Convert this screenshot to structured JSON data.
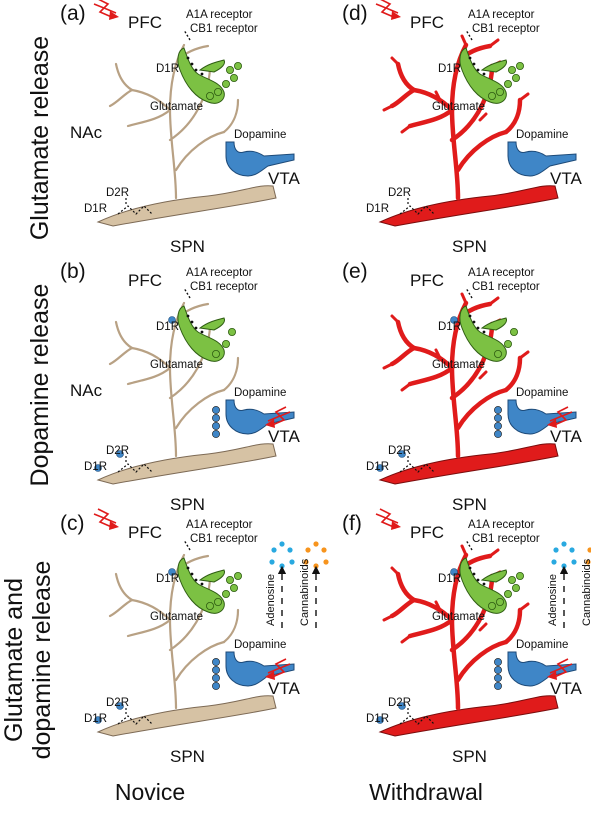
{
  "row_labels": {
    "glutamate": "Glutamate release",
    "dopamine": "Dopamine release",
    "both_line1": "Glutamate and",
    "both_line2": "dopamine release"
  },
  "column_labels": {
    "novice": "Novice",
    "withdrawal": "Withdrawal"
  },
  "panels": {
    "a": {
      "letter": "(a)",
      "pfc": "PFC",
      "a1a": "A1A receptor",
      "cb1": "CB1 receptor",
      "d1r_top": "D1R",
      "glutamate": "Glutamate",
      "dopamine": "Dopamine",
      "vta": "VTA",
      "nac": "NAc",
      "d2r": "D2R",
      "d1r_bottom": "D1R",
      "spn": "SPN"
    },
    "b": {
      "letter": "(b)",
      "pfc": "PFC",
      "a1a": "A1A receptor",
      "cb1": "CB1 receptor",
      "d1r_top": "D1R",
      "glutamate": "Glutamate",
      "dopamine": "Dopamine",
      "vta": "VTA",
      "nac": "NAc",
      "d2r": "D2R",
      "d1r_bottom": "D1R",
      "spn": "SPN"
    },
    "c": {
      "letter": "(c)",
      "pfc": "PFC",
      "a1a": "A1A receptor",
      "cb1": "CB1 receptor",
      "d1r_top": "D1R",
      "glutamate": "Glutamate",
      "dopamine": "Dopamine",
      "vta": "VTA",
      "d2r": "D2R",
      "d1r_bottom": "D1R",
      "spn": "SPN",
      "adenosine": "Adenosine",
      "cannabinoids": "Cannabinoids"
    },
    "d": {
      "letter": "(d)",
      "pfc": "PFC",
      "a1a": "A1A receptor",
      "cb1": "CB1 receptor",
      "d1r_top": "D1R",
      "glutamate": "Glutamate",
      "dopamine": "Dopamine",
      "vta": "VTA",
      "d2r": "D2R",
      "d1r_bottom": "D1R",
      "spn": "SPN"
    },
    "e": {
      "letter": "(e)",
      "pfc": "PFC",
      "a1a": "A1A receptor",
      "cb1": "CB1 receptor",
      "d1r_top": "D1R",
      "glutamate": "Glutamate",
      "dopamine": "Dopamine",
      "vta": "VTA",
      "d2r": "D2R",
      "d1r_bottom": "D1R",
      "spn": "SPN"
    },
    "f": {
      "letter": "(f)",
      "pfc": "PFC",
      "a1a": "A1A receptor",
      "cb1": "CB1 receptor",
      "d1r_top": "D1R",
      "glutamate": "Glutamate",
      "dopamine": "Dopamine",
      "vta": "VTA",
      "d2r": "D2R",
      "d1r_bottom": "D1R",
      "spn": "SPN",
      "adenosine": "Adenosine",
      "cannabinoids": "Cannabinoids"
    }
  },
  "colors": {
    "novice_neuron": "#d6c2a4",
    "withdrawal_neuron": "#e01b1b",
    "glutamate_neuron": "#7cc143",
    "dopamine_neuron": "#3f86c7",
    "adenosine_dots": "#29a9e0",
    "cannabinoid_dots": "#f7941d",
    "stimulus_arrow": "#e01b1b"
  }
}
